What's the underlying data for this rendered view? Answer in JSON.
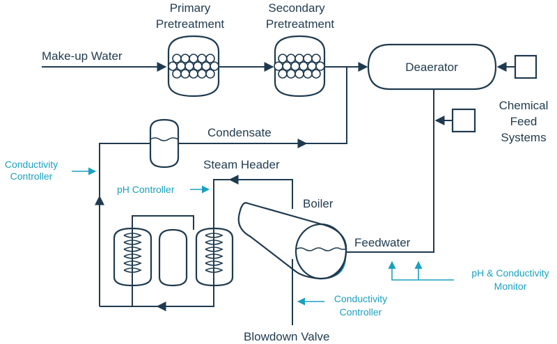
{
  "labels": {
    "primary_line1": "Primary",
    "primary_line2": "Pretreatment",
    "secondary_line1": "Secondary",
    "secondary_line2": "Pretreatment",
    "makeup_water": "Make-up Water",
    "deaerator": "Deaerator",
    "chemical_line1": "Chemical",
    "chemical_line2": "Feed",
    "chemical_line3": "Systems",
    "condensate": "Condensate",
    "steam_header": "Steam Header",
    "boiler": "Boiler",
    "feedwater": "Feedwater",
    "blowdown_valve": "Blowdown Valve",
    "conductivity_controller_left_line1": "Conductivity",
    "conductivity_controller_left_line2": "Controller",
    "ph_controller": "pH Controller",
    "conductivity_controller_bottom_line1": "Conductivity",
    "conductivity_controller_bottom_line2": "Controller",
    "ph_conductivity_monitor_line1": "pH & Conductivity",
    "ph_conductivity_monitor_line2": "Monitor"
  },
  "colors": {
    "line": "#1f3a4f",
    "water": "#17a2c3",
    "accent_text": "#1aa0bf"
  }
}
